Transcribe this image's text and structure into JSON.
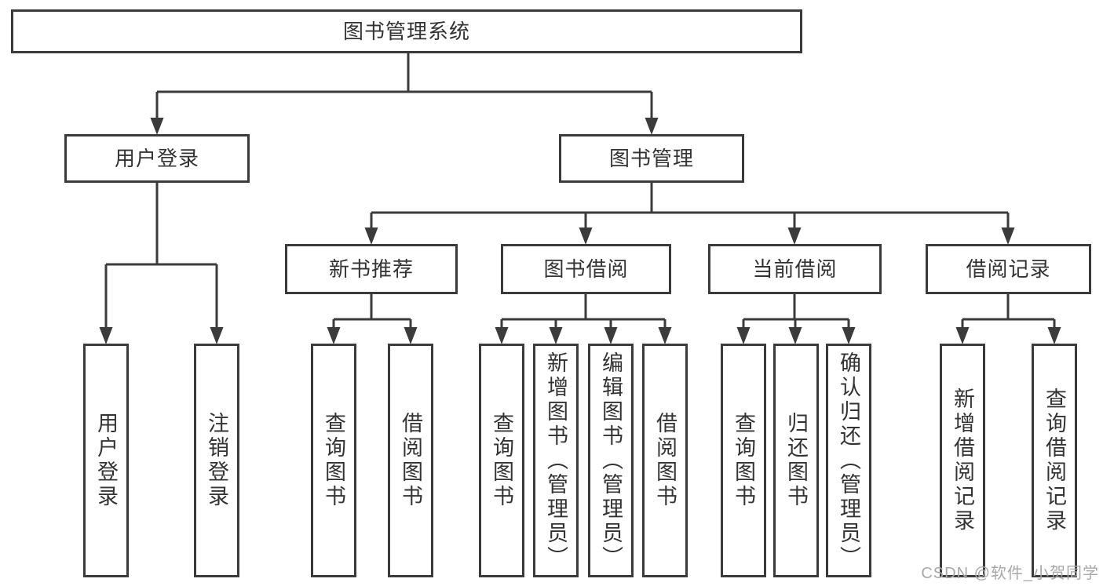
{
  "diagram": {
    "root": {
      "label": "图书管理系统"
    },
    "branches": [
      {
        "label": "用户登录",
        "children": [
          {
            "label": "用户登录"
          },
          {
            "label": "注销登录"
          }
        ]
      },
      {
        "label": "图书管理",
        "children": [
          {
            "label": "新书推荐",
            "children": [
              {
                "label": "查询图书"
              },
              {
                "label": "借阅图书"
              }
            ]
          },
          {
            "label": "图书借阅",
            "children": [
              {
                "label": "查询图书"
              },
              {
                "label": "新增图书（管理员）"
              },
              {
                "label": "编辑图书（管理员）"
              },
              {
                "label": "借阅图书"
              }
            ]
          },
          {
            "label": "当前借阅",
            "children": [
              {
                "label": "查询图书"
              },
              {
                "label": "归还图书"
              },
              {
                "label": "确认归还（管理员）"
              }
            ]
          },
          {
            "label": "借阅记录",
            "children": [
              {
                "label": "新增借阅记录"
              },
              {
                "label": "查询借阅记录"
              }
            ]
          }
        ]
      }
    ]
  },
  "watermark": {
    "text": "CSDN @软件_小贺同学"
  },
  "colors": {
    "line": "#3b3b3b",
    "text": "#333333",
    "watermark": "#a8a8a8",
    "background": "#ffffff"
  }
}
